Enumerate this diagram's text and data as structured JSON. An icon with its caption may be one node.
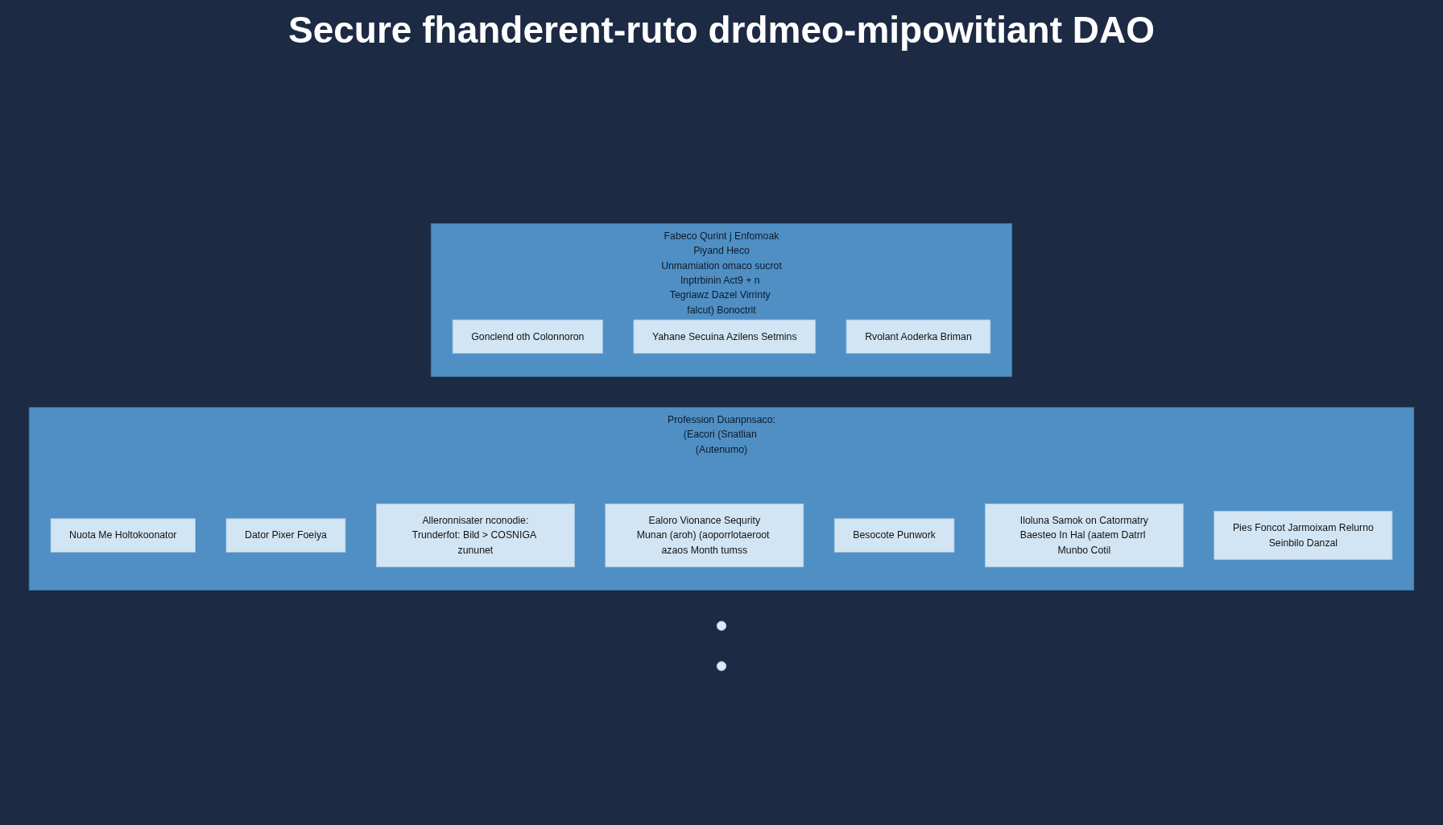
{
  "diagram": {
    "title": "Secure fhanderent-ruto drdmeo-mipowitiant DAO",
    "nodes": [
      {
        "text": [
          "Profession Duanpnsaco:",
          "(Eacori (Snatlian (Autenumo)"
        ]
      },
      {
        "text": [
          "Nuota Me Holtokoonator"
        ],
        "in": 0
      },
      {
        "text": [
          "Dator Pixer Foeiya"
        ],
        "in": 0
      },
      {
        "text": [
          "Alleronnisater nconodie:",
          "Trunderfot: Bild > COSNIGA zununet"
        ],
        "in": 0
      },
      {
        "text": [
          "Ealoro Vionance Sequrity",
          "Munan (aroh) (aoporrlotaeroot azaos Month tumss"
        ],
        "in": 0
      },
      {
        "text": [
          "Besocote Punwork"
        ],
        "in": 0
      },
      {
        "text": [
          "Iloluna Samok on Catormatry",
          "Baesteo In Hal (aatem Datrrl Munbo Cotil"
        ],
        "in": 0
      },
      {
        "text": [
          "Pies Foncot Jarmoixam Relurno",
          "Seinbilo Danzal"
        ],
        "in": 0
      },
      {
        "text": [],
        "shape": "circle"
      },
      {
        "text": [],
        "shape": "circle"
      },
      {
        "text": [
          "Fabeco Qurint j Enfomoak",
          "Piyand Heco",
          "Unmamiation omaco sucrot",
          "Inptrbinin Act9 + n Tegriawz Dazel Virrinty falcut) Bonoctrit"
        ]
      },
      {
        "text": [
          "Gonclend oth Colonnoron"
        ],
        "in": 10
      },
      {
        "text": [
          "Yahane Secuina Azilens Setmins"
        ],
        "in": 10
      },
      {
        "text": [
          "Rvolant Aoderka Briman"
        ],
        "in": 10
      }
    ],
    "edges": []
  }
}
